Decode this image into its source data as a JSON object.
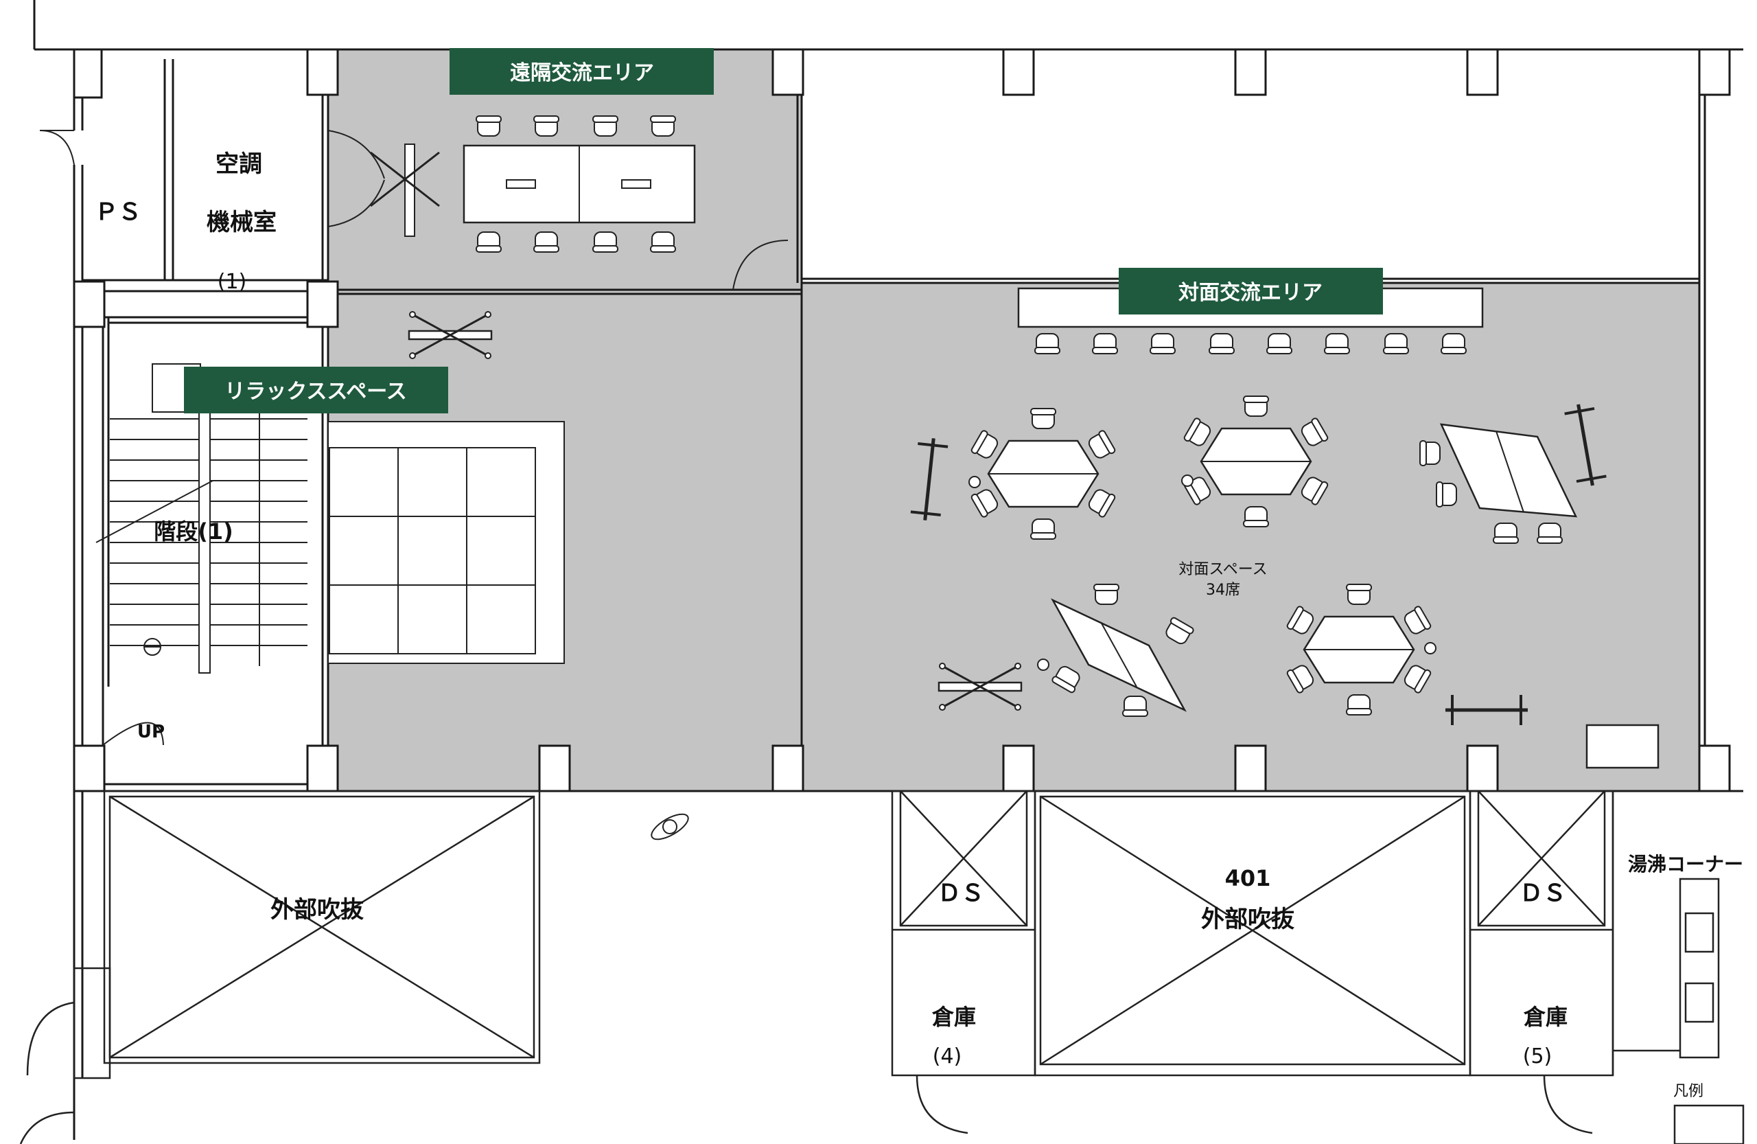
{
  "labels": {
    "ps": "ＰＳ",
    "ac_line1": "空調",
    "ac_line2": "機械室",
    "ac_num": "(1)",
    "stairs": "階段(1)",
    "up": "UP",
    "void_left": "外部吹抜",
    "ds_left": "ＤＳ",
    "ds_right": "ＤＳ",
    "void_center_num": "401",
    "void_center": "外部吹抜",
    "storage_left": "倉庫",
    "storage_left_num": "(4)",
    "storage_right": "倉庫",
    "storage_right_num": "(5)",
    "kettle_corner": "湯沸コーナー",
    "legend": "凡例",
    "face_space_line1": "対面スペース",
    "face_space_line2": "34席"
  },
  "tags": {
    "remote": "遠隔交流エリア",
    "face": "対面交流エリア",
    "relax": "リラックススペース"
  },
  "colors": {
    "tag_bg": "#1f5a3e",
    "area_fill": "#c4c4c4",
    "line": "#1a1a1a"
  }
}
